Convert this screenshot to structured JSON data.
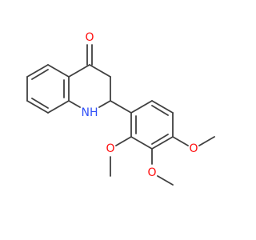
{
  "molecule": {
    "colors": {
      "bond": "#404040",
      "oxygen": "#ff0d0d",
      "nitrogen": "#3050f8",
      "background": "#ffffff"
    },
    "labels": {
      "carbonyl_oxygen": "O",
      "amine_nh": "NH",
      "methoxy_ortho_oxygen": "O",
      "methoxy_meta_oxygen": "O",
      "methoxy_para_oxygen": "O"
    }
  }
}
